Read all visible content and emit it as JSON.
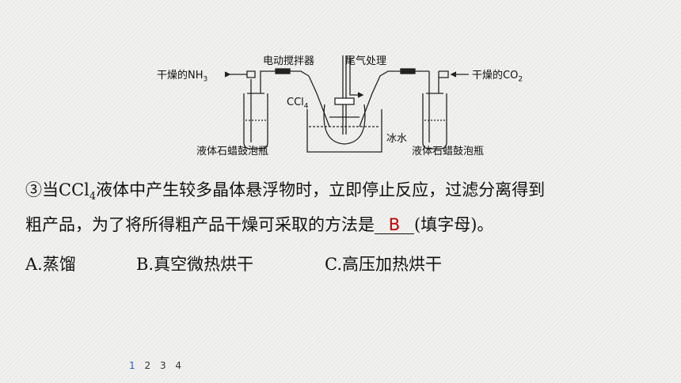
{
  "diagram": {
    "label_nh3": "干燥的NH",
    "label_nh3_sub": "3",
    "label_stirrer": "电动搅拌器",
    "label_tail_gas": "尾气处理",
    "label_co2": "干燥的CO",
    "label_co2_sub": "2",
    "label_ccl4": "CCl",
    "label_ccl4_sub": "4",
    "label_ice_water": "冰水",
    "label_bottle_left": "液体石蜡鼓泡瓶",
    "label_bottle_right": "液体石蜡鼓泡瓶"
  },
  "question": {
    "line1_a": "③当CCl",
    "line1_sub": "4",
    "line1_b": "液体中产生较多晶体悬浮物时，立即停止反应，过滤分离得到",
    "line2_a": "粗产品，为了将所得粗产品干燥可采取的方法是",
    "answer": "B",
    "line2_b": "(填字母)。"
  },
  "options": {
    "a": "A.蒸馏",
    "b": "B.真空微热烘干",
    "c": "C.高压加热烘干"
  },
  "pager": {
    "p1": "1",
    "p2": "2",
    "p3": "3",
    "p4": "4"
  },
  "colors": {
    "answer": "#c00000",
    "active_page": "#2a56c6"
  }
}
